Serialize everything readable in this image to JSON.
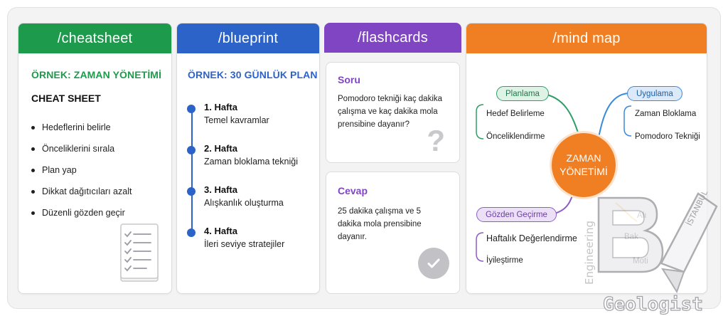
{
  "cheatsheet": {
    "header": "/cheatsheet",
    "example_title": "ÖRNEK: ZAMAN YÖNETİMİ",
    "subtitle": "CHEAT SHEET",
    "items": [
      "Hedeflerini belirle",
      "Önceliklerini sırala",
      "Plan yap",
      "Dikkat dağıtıcıları azalt",
      "Düzenli gözden geçir"
    ],
    "icon": "checklist-document-icon",
    "color": "#1e9a4c"
  },
  "blueprint": {
    "header": "/blueprint",
    "example_title": "ÖRNEK: 30 GÜNLÜK PLAN",
    "weeks": [
      {
        "title": "1. Hafta",
        "desc": "Temel kavramlar"
      },
      {
        "title": "2. Hafta",
        "desc": "Zaman bloklama tekniği"
      },
      {
        "title": "3. Hafta",
        "desc": "Alışkanlık oluşturma"
      },
      {
        "title": "4. Hafta",
        "desc": "İleri seviye stratejiler"
      }
    ],
    "color": "#2c63c9"
  },
  "flashcards": {
    "header": "/flashcards",
    "question_label": "Soru",
    "question_text": "Pomodoro tekniği kaç dakika çalışma ve kaç dakika mola prensibine dayanır?",
    "question_icon": "question-mark-icon",
    "answer_label": "Cevap",
    "answer_text": "25 dakika çalışma ve 5 dakika mola prensibine dayanır.",
    "answer_icon": "check-circle-icon",
    "color": "#7f45c2"
  },
  "mindmap": {
    "header": "/mind map",
    "center_line1": "ZAMAN",
    "center_line2": "YÖNETİMİ",
    "branches": {
      "planlama": {
        "label": "Planlama",
        "leaves": [
          "Hedef Belirleme",
          "Önceliklendirme"
        ],
        "color": "#2f9e6a"
      },
      "uygulama": {
        "label": "Uygulama",
        "leaves": [
          "Zaman Bloklama",
          "Pomodoro Tekniği"
        ],
        "color": "#3b8ad9"
      },
      "gozden": {
        "label": "Gözden Geçirme",
        "leaves": [
          "Haftalık Değerlendirme",
          "İyileştirme"
        ],
        "color": "#8e5cc7"
      },
      "partial": {
        "leaves": [
          "Alı",
          "Bak",
          "Moti"
        ],
        "color": "#f2b43b"
      }
    },
    "color": "#f07f24"
  },
  "watermark": {
    "line1": "Engineering",
    "line2": "Geologist",
    "stamp": "İSTANBUL",
    "mark": "B"
  }
}
